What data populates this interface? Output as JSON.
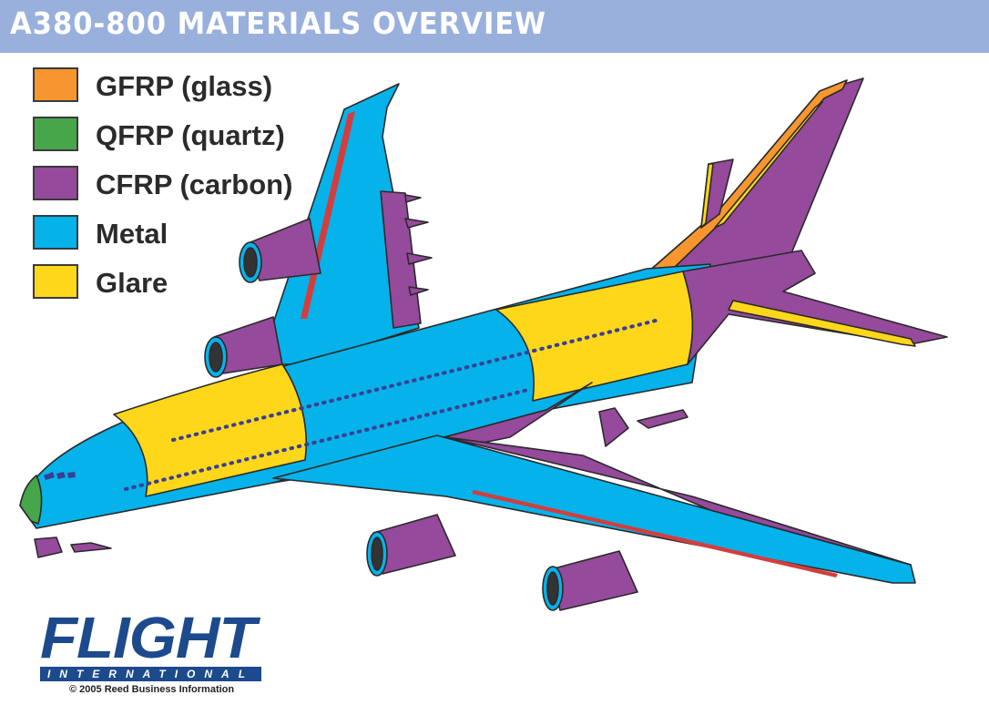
{
  "header": {
    "title": "A380-800 MATERIALS OVERVIEW",
    "background": "#99b0dc"
  },
  "legend": {
    "items": [
      {
        "label": "GFRP (glass)",
        "color": "#f7962f"
      },
      {
        "label": "QFRP (quartz)",
        "color": "#47a64a"
      },
      {
        "label": "CFRP (carbon)",
        "color": "#954a9c"
      },
      {
        "label": "Metal",
        "color": "#05b2ea"
      },
      {
        "label": "Glare",
        "color": "#fed71b"
      }
    ]
  },
  "diagram": {
    "subject": "Airbus A380-800 aircraft",
    "parts": [
      {
        "part": "nose radome",
        "material": "QFRP (quartz)"
      },
      {
        "part": "nose section",
        "material": "Metal"
      },
      {
        "part": "forward fuselage",
        "material": "Glare"
      },
      {
        "part": "centre fuselage",
        "material": "Metal"
      },
      {
        "part": "rear upper fuselage",
        "material": "Glare"
      },
      {
        "part": "rear fuselage / tail cone",
        "material": "CFRP (carbon)"
      },
      {
        "part": "vertical tail fin",
        "material": "CFRP (carbon)"
      },
      {
        "part": "fin leading edge",
        "material": "GFRP (glass)"
      },
      {
        "part": "horizontal stabiliser",
        "material": "CFRP (carbon)"
      },
      {
        "part": "stabiliser leading edge",
        "material": "Glare"
      },
      {
        "part": "wings",
        "material": "Metal"
      },
      {
        "part": "flaps / trailing edge",
        "material": "CFRP (carbon)"
      },
      {
        "part": "engine nacelles",
        "material": "CFRP (carbon)"
      },
      {
        "part": "belly fairing",
        "material": "CFRP (carbon)"
      },
      {
        "part": "landing gear doors",
        "material": "CFRP (carbon)"
      }
    ]
  },
  "logo": {
    "name": "FLIGHT",
    "subtitle": "INTERNATIONAL",
    "copyright": "© 2005 Reed Business Information"
  }
}
